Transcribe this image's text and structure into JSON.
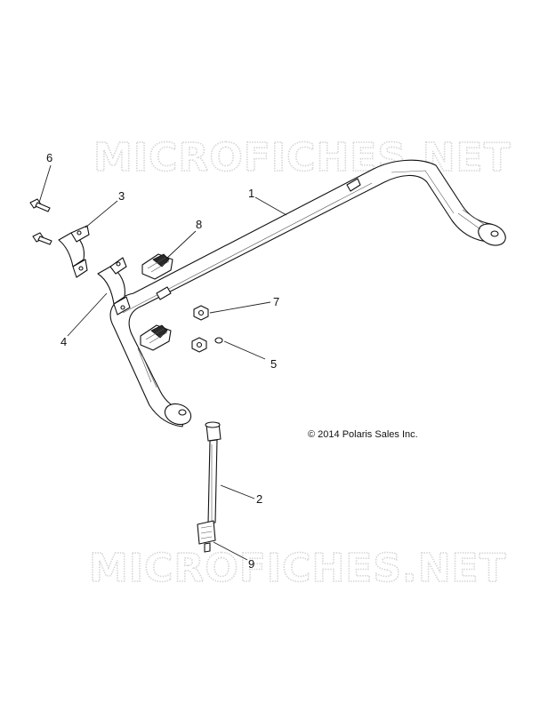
{
  "watermarks": [
    "MICROFICHES.NET",
    "MICROFICHES.NET"
  ],
  "copyright": "© 2014 Polaris Sales Inc.",
  "callouts": [
    {
      "label": "1",
      "part": "stabilizer-bar"
    },
    {
      "label": "2",
      "part": "stabilizer-link"
    },
    {
      "label": "3",
      "part": "bracket-upper"
    },
    {
      "label": "4",
      "part": "bracket-lower"
    },
    {
      "label": "5",
      "part": "washer"
    },
    {
      "label": "6",
      "part": "bolt"
    },
    {
      "label": "7",
      "part": "nut"
    },
    {
      "label": "8",
      "part": "bushing"
    },
    {
      "label": "9",
      "part": "link-bushing"
    }
  ]
}
